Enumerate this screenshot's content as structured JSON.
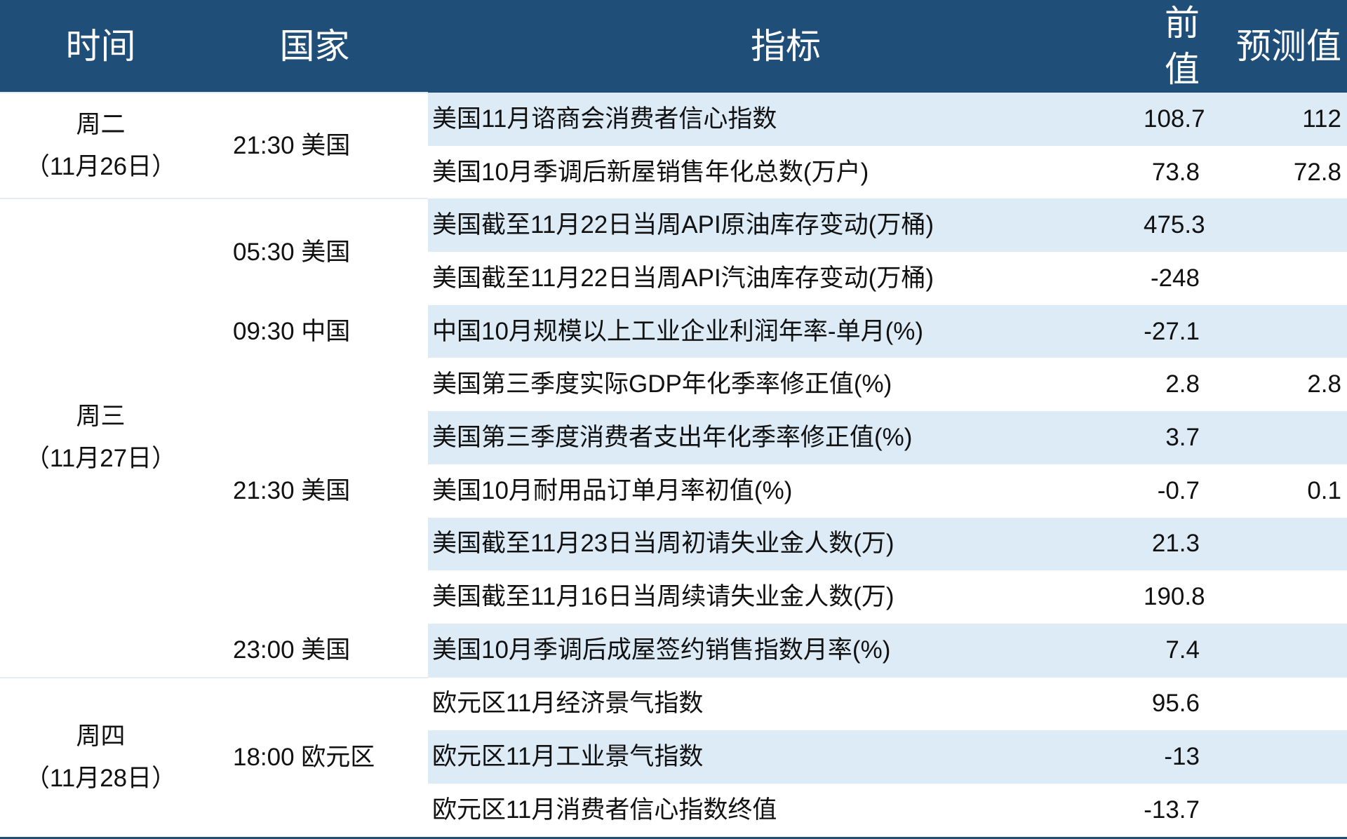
{
  "header": {
    "time": "时间",
    "country": "国家",
    "indicator": "指标",
    "previous": "前值",
    "forecast": "预测值"
  },
  "days": [
    {
      "day": "周二",
      "date": "（11月26日）"
    },
    {
      "day": "周三",
      "date": "（11月27日）"
    },
    {
      "day": "周四",
      "date": "（11月28日）"
    }
  ],
  "slots": [
    "21:30 美国",
    "05:30 美国",
    "09:30 中国",
    "21:30 美国",
    "23:00 美国",
    "18:00 欧元区"
  ],
  "rows": [
    {
      "indicator": "美国11月谘商会消费者信心指数",
      "previous": "108.7",
      "forecast": "112"
    },
    {
      "indicator": "美国10月季调后新屋销售年化总数(万户)",
      "previous": "73.8",
      "forecast": "72.8"
    },
    {
      "indicator": "美国截至11月22日当周API原油库存变动(万桶)",
      "previous": "475.3",
      "forecast": ""
    },
    {
      "indicator": "美国截至11月22日当周API汽油库存变动(万桶)",
      "previous": "-248",
      "forecast": ""
    },
    {
      "indicator": "中国10月规模以上工业企业利润年率-单月(%)",
      "previous": "-27.1",
      "forecast": ""
    },
    {
      "indicator": "美国第三季度实际GDP年化季率修正值(%)",
      "previous": "2.8",
      "forecast": "2.8"
    },
    {
      "indicator": "美国第三季度消费者支出年化季率修正值(%)",
      "previous": "3.7",
      "forecast": ""
    },
    {
      "indicator": "美国10月耐用品订单月率初值(%)",
      "previous": "-0.7",
      "forecast": "0.1"
    },
    {
      "indicator": "美国截至11月23日当周初请失业金人数(万)",
      "previous": "21.3",
      "forecast": ""
    },
    {
      "indicator": "美国截至11月16日当周续请失业金人数(万)",
      "previous": "190.8",
      "forecast": ""
    },
    {
      "indicator": "美国10月季调后成屋签约销售指数月率(%)",
      "previous": "7.4",
      "forecast": ""
    },
    {
      "indicator": "欧元区11月经济景气指数",
      "previous": "95.6",
      "forecast": ""
    },
    {
      "indicator": "欧元区11月工业景气指数",
      "previous": "-13",
      "forecast": ""
    },
    {
      "indicator": "欧元区11月消费者信心指数终值",
      "previous": "-13.7",
      "forecast": ""
    }
  ],
  "colors": {
    "header_bg": "#1f4e79",
    "shade": "#ddebf7"
  }
}
